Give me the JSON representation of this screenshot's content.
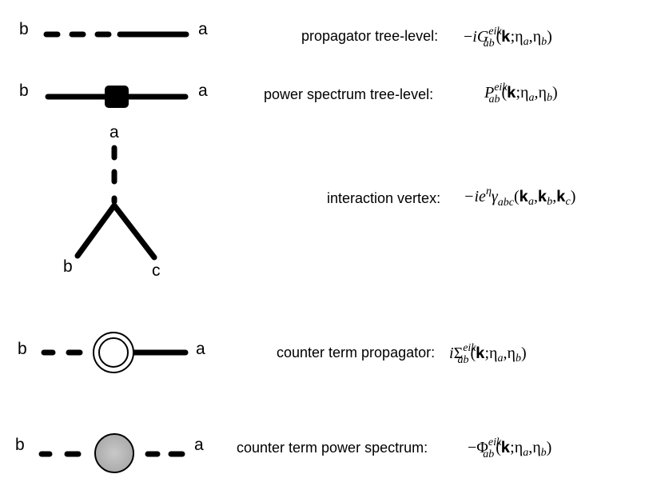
{
  "rows": [
    {
      "id": "propagator",
      "left_label": "b",
      "right_label": "a",
      "description": "propagator tree-level:",
      "formula": {
        "prefix": "−",
        "coef": "i",
        "symbol": "G",
        "sup": "eik",
        "sub": "ab",
        "args": "(𝐤;η",
        "arg_sub1": "a",
        "arg_mid": ",η",
        "arg_sub2": "b",
        "arg_end": ")"
      }
    },
    {
      "id": "power-spectrum",
      "left_label": "b",
      "right_label": "a",
      "description": "power spectrum tree-level:",
      "formula": {
        "prefix": "",
        "coef": "",
        "symbol": "P",
        "sup": "eik",
        "sub": "ab",
        "args": "(𝐤;η",
        "arg_sub1": "a",
        "arg_mid": ",η",
        "arg_sub2": "b",
        "arg_end": ")"
      }
    },
    {
      "id": "vertex",
      "top_label": "a",
      "left_label": "b",
      "right_label": "c",
      "description": "interaction vertex:",
      "formula": {
        "text1": "−ie",
        "sup": "η",
        "text2": "γ",
        "sub": "abc",
        "args": "(𝐤",
        "s1": "a",
        "m1": ",𝐤",
        "s2": "b",
        "m2": ",𝐤",
        "s3": "c",
        "end": ")"
      }
    },
    {
      "id": "counter-propagator",
      "left_label": "b",
      "right_label": "a",
      "description": "counter term propagator:",
      "formula": {
        "prefix": "",
        "coef": "i",
        "symbol": "Σ",
        "sup": "eik",
        "sub": "ab",
        "args": "(𝐤;η",
        "arg_sub1": "a",
        "arg_mid": ",η",
        "arg_sub2": "b",
        "arg_end": ")"
      }
    },
    {
      "id": "counter-power-spectrum",
      "left_label": "b",
      "right_label": "a",
      "description": "counter term power spectrum:",
      "formula": {
        "prefix": "−",
        "coef": "",
        "symbol": "Φ",
        "sup": "eik",
        "sub": "ab",
        "args": "(𝐤;η",
        "arg_sub1": "a",
        "arg_mid": ",η",
        "arg_sub2": "b",
        "arg_end": ")"
      }
    }
  ],
  "colors": {
    "ink": "#000000",
    "blob_fill": "#b3b3b3",
    "blob_center": "#c8c8c8",
    "background": "#ffffff"
  }
}
